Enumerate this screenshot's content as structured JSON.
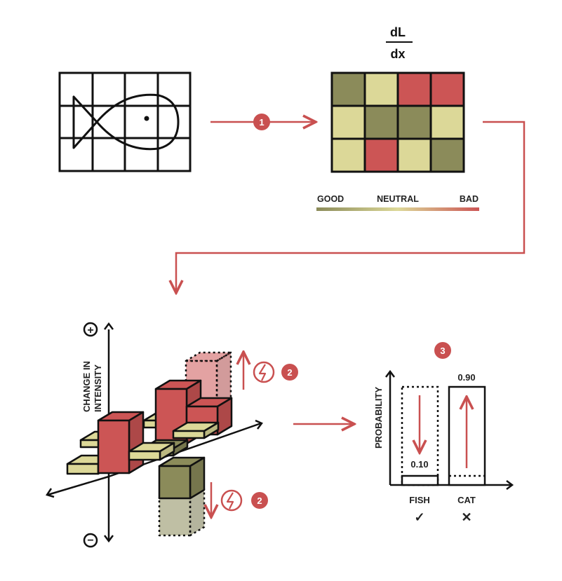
{
  "colors": {
    "good": "#8b8b5a",
    "neutral": "#dcd898",
    "bad": "#cc5555",
    "accent": "#c95050",
    "ink": "#111111"
  },
  "gradient": {
    "numerator": "dL",
    "denominator": "dx",
    "grid": [
      [
        "good",
        "neutral",
        "bad",
        "bad"
      ],
      [
        "neutral",
        "good",
        "good",
        "neutral"
      ],
      [
        "neutral",
        "bad",
        "neutral",
        "good"
      ]
    ]
  },
  "legend": {
    "good": "GOOD",
    "neutral": "NEUTRAL",
    "bad": "BAD"
  },
  "steps": {
    "one": "1",
    "two": "2",
    "three": "3"
  },
  "intensity_chart": {
    "y_label_line1": "CHANGE IN",
    "y_label_line2": "INTENSITY",
    "plus_symbol": "+",
    "minus_symbol": "−"
  },
  "probability_chart": {
    "ylabel": "PROBABILITY",
    "classes": [
      {
        "name": "FISH",
        "value": "0.10",
        "mark": "✓",
        "mark_icon": "check-icon"
      },
      {
        "name": "CAT",
        "value": "0.90",
        "mark": "✕",
        "mark_icon": "cross-icon"
      }
    ]
  }
}
